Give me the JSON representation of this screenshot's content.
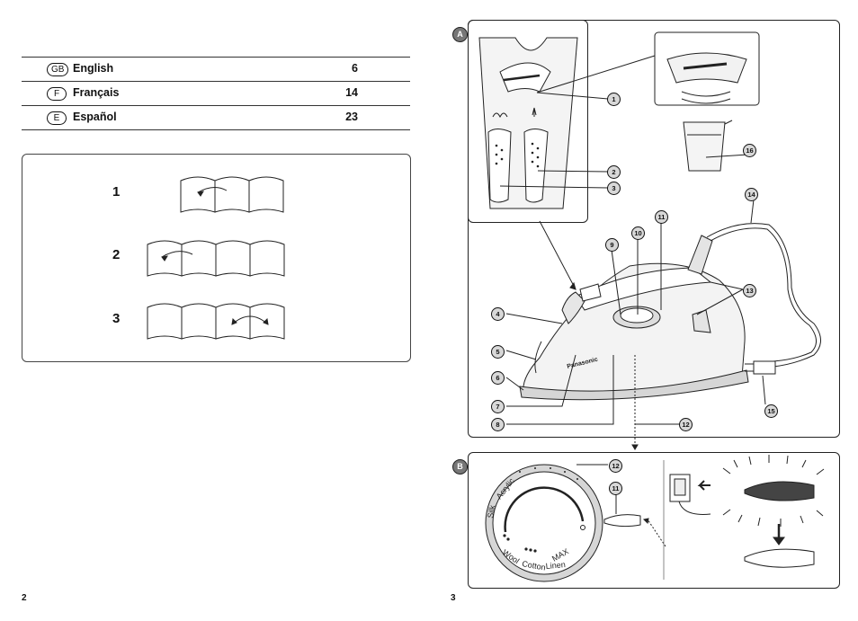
{
  "toc": [
    {
      "badge": "GB",
      "name": "English",
      "page": "6"
    },
    {
      "badge": "F",
      "name": "Français",
      "page": "14"
    },
    {
      "badge": "E",
      "name": "Español",
      "page": "23"
    }
  ],
  "steps": [
    "1",
    "2",
    "3"
  ],
  "section_labels": {
    "a": "A",
    "b": "B"
  },
  "callouts": {
    "c1": "1",
    "c2": "2",
    "c3": "3",
    "c4": "4",
    "c5": "5",
    "c6": "6",
    "c7": "7",
    "c8": "8",
    "c9": "9",
    "c10": "10",
    "c11": "11",
    "c12": "12",
    "c13": "13",
    "c14": "14",
    "c15": "15",
    "c16": "16",
    "b12": "12",
    "b11": "11"
  },
  "brand_text": "Panasonic",
  "dial": {
    "acrylic": "Acrylic",
    "silk": "Silk",
    "wool": "Wool",
    "cotton": "Cotton",
    "linen": "Linen",
    "max": "MAX"
  },
  "page_numbers": {
    "left": "2",
    "right": "3"
  }
}
